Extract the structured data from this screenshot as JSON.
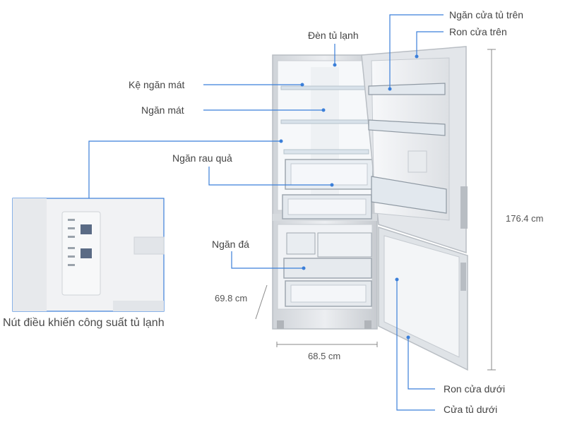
{
  "labels": {
    "upper_door_shelf": "Ngăn cửa tủ trên",
    "upper_door_gasket": "Ron cửa trên",
    "fridge_light": "Đèn tủ lạnh",
    "fridge_shelf": "Kệ ngăn mát",
    "fridge_compartment": "Ngăn mát",
    "vegetable_drawer": "Ngăn rau quả",
    "freezer_compartment": "Ngăn đá",
    "power_control_button": "Nút điều khiến công suất tủ lạnh",
    "lower_door_gasket": "Ron cửa dưới",
    "lower_door": "Cửa tủ dưới"
  },
  "dimensions": {
    "height": "176.4 cm",
    "depth": "69.8 cm",
    "width": "68.5 cm"
  },
  "colors": {
    "leader_line": "#3b7fd9",
    "label_text": "#444444",
    "fridge_body": "#e4e6e9",
    "fridge_inner": "#f4f6f8",
    "dimension_line": "#888888"
  }
}
